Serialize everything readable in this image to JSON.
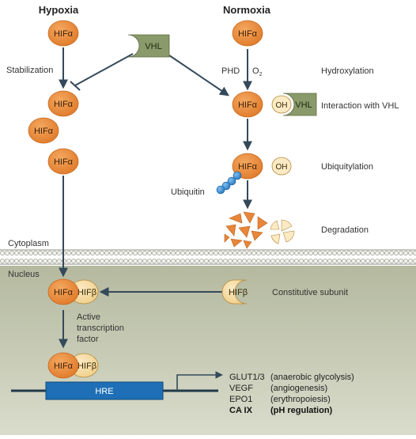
{
  "headers": {
    "hypoxia": "Hypoxia",
    "normoxia": "Normoxia"
  },
  "proteins": {
    "hif_alpha": "HIFα",
    "hif_beta": "HIFβ",
    "vhl": "VHL",
    "oh": "OH",
    "phd": "PHD",
    "o2": "O",
    "o2_sub": "2",
    "hre": "HRE"
  },
  "labels": {
    "stabilization": "Stabilization",
    "hydroxylation": "Hydroxylation",
    "interaction_vhl": "Interaction with VHL",
    "ubiquitylation": "Ubiquitylation",
    "ubiquitin": "Ubiquitin",
    "degradation": "Degradation",
    "cytoplasm": "Cytoplasm",
    "nucleus": "Nucleus",
    "constitutive_subunit": "Constitutive subunit",
    "active_tf_line1": "Active",
    "active_tf_line2": "transcription",
    "active_tf_line3": "factor"
  },
  "target_genes": [
    {
      "gene": "GLUT1/3",
      "role": "(anaerobic glycolysis)",
      "bold": false
    },
    {
      "gene": "VEGF",
      "role": "(angiogenesis)",
      "bold": false
    },
    {
      "gene": "EPO1",
      "role": "(erythropoiesis)",
      "bold": false
    },
    {
      "gene": "CA IX",
      "role": "(pH regulation)",
      "bold": true
    }
  ],
  "colors": {
    "hif_alpha_fill": "#ec8a3a",
    "hif_beta_fill": "#f6dca4",
    "vhl_fill": "#8a9a6a",
    "nucleus_bg": "#c4c9b4",
    "arrow": "#34495a",
    "hre_fill": "#1e6fb5",
    "ubiquitin": "#3a8fd0"
  }
}
